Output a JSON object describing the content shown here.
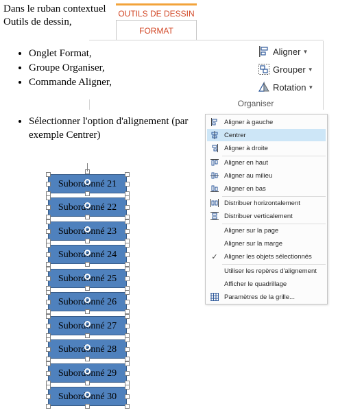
{
  "intro": "Dans le ruban contextuel Outils de dessin,",
  "steps": [
    "Onglet Format,",
    "Groupe Organiser,",
    "Commande Aligner,"
  ],
  "step_select": "Sélectionner l'option d'alignement (par exemple Centrer)",
  "ribbon": {
    "contextual_group": "OUTILS DE DESSIN",
    "tab": "FORMAT",
    "buttons": [
      {
        "label": "Aligner",
        "icon": "align-icon"
      },
      {
        "label": "Grouper",
        "icon": "group-icon"
      },
      {
        "label": "Rotation",
        "icon": "rotate-icon"
      }
    ],
    "group_label": "Organiser"
  },
  "menu": {
    "items": [
      {
        "label": "Aligner à gauche",
        "icon": "align-left-icon"
      },
      {
        "label": "Centrer",
        "icon": "align-center-icon",
        "selected": true
      },
      {
        "label": "Aligner à droite",
        "icon": "align-right-icon"
      },
      {
        "label": "Aligner en haut",
        "icon": "align-top-icon"
      },
      {
        "label": "Aligner au milieu",
        "icon": "align-middle-icon"
      },
      {
        "label": "Aligner en bas",
        "icon": "align-bottom-icon"
      },
      {
        "label": "Distribuer horizontalement",
        "icon": "distribute-horizontal-icon"
      },
      {
        "label": "Distribuer verticalement",
        "icon": "distribute-vertical-icon"
      },
      {
        "label": "Aligner sur la page",
        "icon": ""
      },
      {
        "label": "Aligner sur la marge",
        "icon": ""
      },
      {
        "label": "Aligner les objets sélectionnés",
        "icon": "checkmark-icon"
      },
      {
        "label": "Utiliser les repères d'alignement",
        "icon": ""
      },
      {
        "label": "Afficher le quadrillage",
        "icon": ""
      },
      {
        "label": "Paramètres de la grille...",
        "icon": "grid-icon"
      }
    ]
  },
  "shapes": [
    "Subordonné 21",
    "Subordonné 22",
    "Subordonné 23",
    "Subordonné 24",
    "Subordonné 25",
    "Subordonné 26",
    "Subordonné 27",
    "Subordonné 28",
    "Subordonné 29",
    "Subordonné 30"
  ],
  "colors": {
    "accent_orange": "#d24726",
    "tab_top": "#f2a33a",
    "shape_fill": "#4f81bd",
    "menu_highlight": "#cde6f7",
    "icon_blue": "#2b579a"
  }
}
